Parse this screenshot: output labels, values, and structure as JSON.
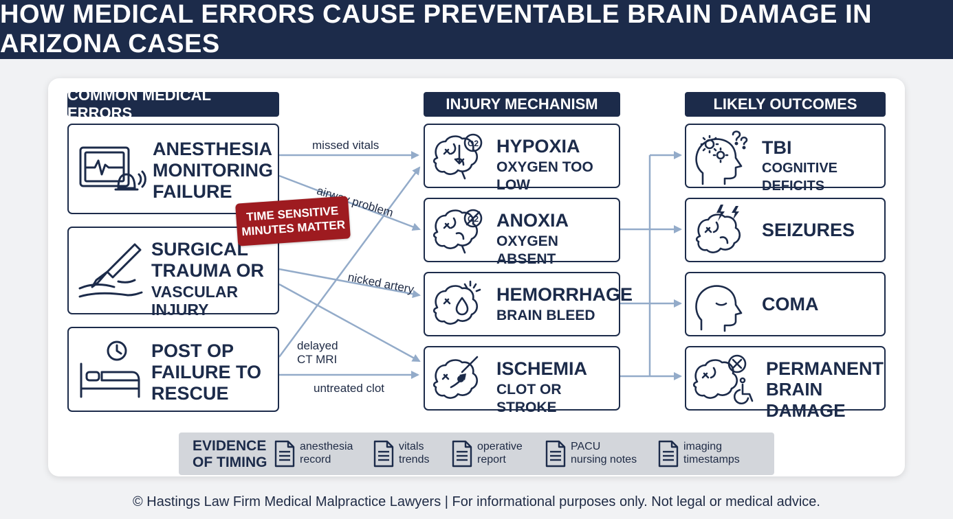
{
  "title": "HOW MEDICAL ERRORS CAUSE PREVENTABLE BRAIN DAMAGE IN ARIZONA CASES",
  "columns": {
    "errors": "COMMON MEDICAL ERRORS",
    "mechanism": "INJURY MECHANISM",
    "outcomes": "LIKELY OUTCOMES"
  },
  "errors": [
    {
      "l1": "ANESTHESIA",
      "l2": "MONITORING",
      "l3": "FAILURE"
    },
    {
      "l1": "SURGICAL",
      "l2": "TRAUMA OR",
      "l3": "VASCULAR INJURY"
    },
    {
      "l1": "POST OP",
      "l2": "FAILURE TO",
      "l3": "RESCUE"
    }
  ],
  "mechanisms": [
    {
      "title": "HYPOXIA",
      "sub": "OXYGEN TOO LOW",
      "badge": "O2"
    },
    {
      "title": "ANOXIA",
      "sub": "OXYGEN ABSENT",
      "badge": "O2"
    },
    {
      "title": "HEMORRHAGE",
      "sub": "BRAIN BLEED"
    },
    {
      "title": "ISCHEMIA",
      "sub": "CLOT OR STROKE"
    }
  ],
  "outcomes": [
    {
      "title": "TBI",
      "sub": "COGNITIVE DEFICITS"
    },
    {
      "title": "SEIZURES"
    },
    {
      "title": "COMA"
    },
    {
      "title": "PERMANENT",
      "sub": "BRAIN DAMAGE"
    }
  ],
  "edges": {
    "missed_vitals": "missed vitals",
    "airway_problem": "airway problem",
    "nicked_artery": "nicked artery",
    "delayed_ct_mri": "delayed\nCT MRI",
    "untreated_clot": "untreated clot"
  },
  "badge": {
    "l1": "TIME SENSITIVE",
    "l2": "MINUTES MATTER"
  },
  "evidence": {
    "title_l1": "EVIDENCE",
    "title_l2": "OF TIMING",
    "items": [
      {
        "l1": "anesthesia",
        "l2": "record"
      },
      {
        "l1": "vitals",
        "l2": "trends"
      },
      {
        "l1": "operative",
        "l2": "report"
      },
      {
        "l1": "PACU",
        "l2": "nursing notes"
      },
      {
        "l1": "imaging",
        "l2": "timestamps"
      }
    ]
  },
  "footer": "© Hastings Law Firm Medical Malpractice Lawyers | For informational purposes only. Not legal or medical advice.",
  "colors": {
    "navy": "#1c2b4a",
    "accent_red": "#9e1b20",
    "connector": "#93abc9",
    "evidence_bg": "#d3d6db"
  }
}
